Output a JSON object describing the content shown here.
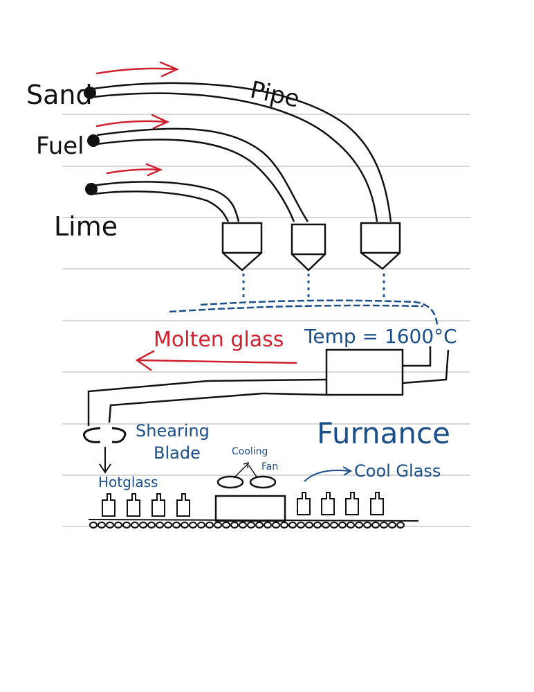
{
  "labels": {
    "sand": "Sand",
    "pipe": "Pipe",
    "fuel": "Fuel",
    "lime": "Lime",
    "molten_glass": "Molten glass",
    "temp": "Temp = 1600°C",
    "furnace": "Furnance",
    "shearing": "Shearing",
    "blade": "Blade",
    "cooling": "Cooling",
    "fan": "Fan",
    "cool_glass": "Cool Glass",
    "hot_glass": "Hotglass"
  },
  "colors": {
    "ink": "#111111",
    "red": "#d01f2f",
    "blue": "#1b4f8c",
    "rule": "#b0b0b0"
  }
}
